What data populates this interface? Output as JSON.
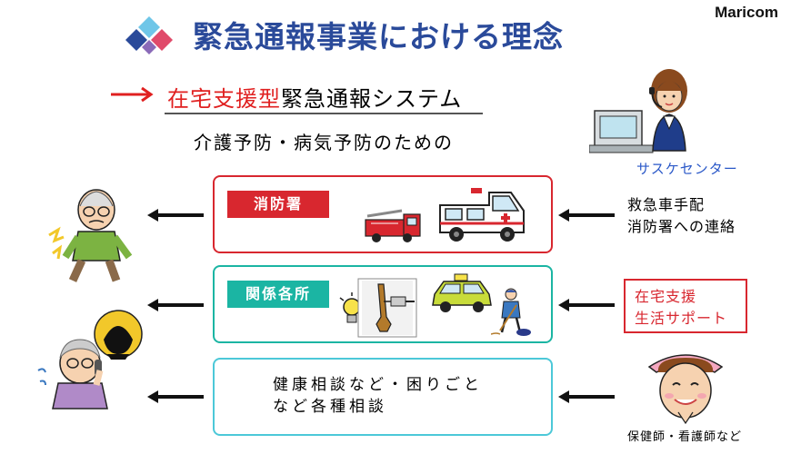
{
  "brand": "Maricom",
  "title": "緊急通報事業における理念",
  "subtitle": {
    "accent": "在宅支援型",
    "rest": "緊急通報システム"
  },
  "caption": "介護予防・病気予防のための",
  "call_center_label": "サスケセンター",
  "rows": [
    {
      "tag": "消防署",
      "side_lines": [
        "救急車手配",
        "消防署への連絡"
      ]
    },
    {
      "tag": "関係各所",
      "side_lines": [
        "在宅支援",
        "生活サポート"
      ]
    },
    {
      "body_lines": [
        "健康相談など・困りごと",
        "など各種相談"
      ],
      "side_label": "保健師・看護師など"
    }
  ],
  "colors": {
    "title": "#2a4a9a",
    "accent_red": "#e02020",
    "fire_box": "#d8272f",
    "relations_box": "#1bb5a3",
    "consult_box": "#4cc8d8",
    "call_center_text": "#2a58c8"
  }
}
